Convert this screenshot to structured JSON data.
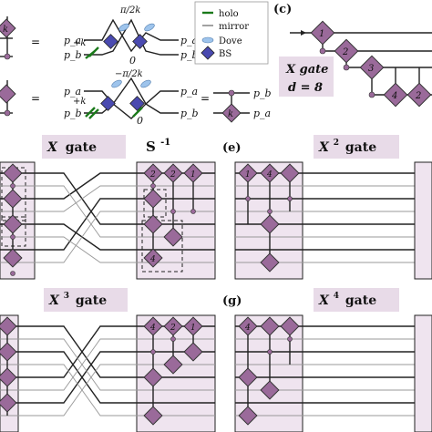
{
  "panel_labels": {
    "c": "(c)",
    "e": "(e)",
    "g": "(g)"
  },
  "legend": [
    {
      "icon": "holo-icon",
      "label": "holo"
    },
    {
      "icon": "mirror-icon",
      "label": "mirror"
    },
    {
      "icon": "dove-icon",
      "label": "Dove"
    },
    {
      "icon": "bs-icon",
      "label": "BS"
    }
  ],
  "top_left": {
    "row1": {
      "eq": "=",
      "pa_in": "p_a",
      "pb_in": "p_b",
      "plus_k": "+k",
      "pi_over_2k": "π/2k",
      "zero": "0",
      "pa_out": "p_a",
      "pb_out": "p_b",
      "k": "k"
    },
    "row2": {
      "eq": "=",
      "pa_in": "p_a",
      "pb_in": "p_b",
      "plus_k": "+k",
      "minus_pi_over_2k": "−π/2k",
      "zero": "0",
      "pa_out": "p_a",
      "pb_out": "p_b",
      "eq2": "=",
      "pb_r": "p_b",
      "pa_r": "p_a",
      "k": "k"
    }
  },
  "x_gate_d8": {
    "line1": "X gate",
    "line2": "d = 8",
    "nodes": [
      "1",
      "2",
      "3",
      "4",
      "2"
    ]
  },
  "titles": {
    "x_gate": "X gate",
    "s_inv": "S",
    "s_inv_exp": "-1",
    "x2": "X",
    "x2_exp": "2",
    "x3": "X",
    "x3_exp": "3",
    "x4": "X",
    "x4_exp": "4",
    "gate_word": "gate"
  },
  "node_labels": {
    "one": "1",
    "two": "2",
    "four": "4"
  }
}
